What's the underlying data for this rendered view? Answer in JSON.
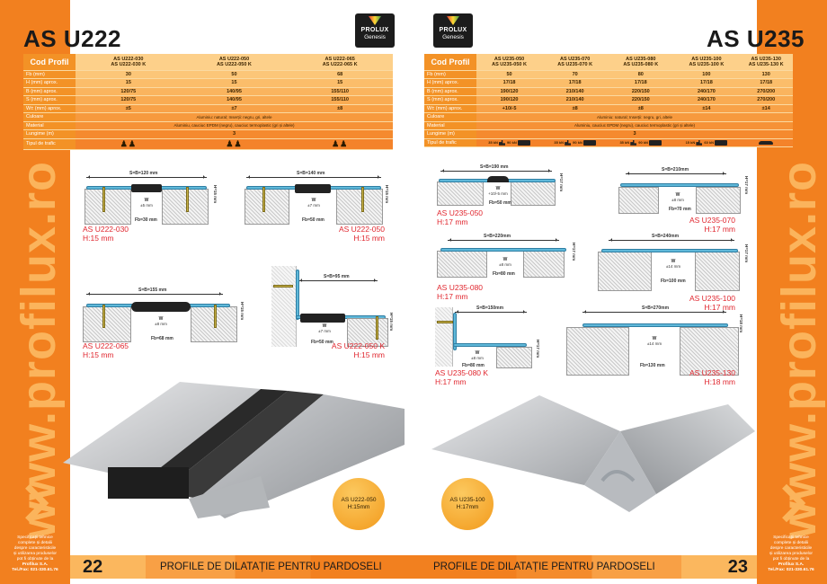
{
  "website": "www.profilux.ro",
  "footer_title": "PROFILE DE DILATAȚIE PENTRU PARDOSELI",
  "contact": {
    "lines": [
      "Specificații tehnice",
      "complete și detalii",
      "despre caracteristicile",
      "și utilizarea produselor",
      "pot fi obținute de la"
    ],
    "company": "Profilux S.A.",
    "phone": "Tel./Fax: 021-330.61.76"
  },
  "logo": {
    "brand": "PROLUX",
    "sub": "Genesis"
  },
  "left_page": {
    "title": "AS U222",
    "page_number": "22",
    "table": {
      "header_label": "Cod Profil",
      "columns": [
        {
          "code": "AS U222-030",
          "code_k": "AS U222-030 K"
        },
        {
          "code": "AS U222-050",
          "code_k": "AS U222-050 K"
        },
        {
          "code": "AS U222-065",
          "code_k": "AS U222-065 K"
        }
      ],
      "rows": [
        {
          "label": "Fb (mm)",
          "values": [
            "30",
            "50",
            "68"
          ]
        },
        {
          "label": "H (mm)   aprox.",
          "values": [
            "15",
            "15",
            "15"
          ]
        },
        {
          "label": "B (mm)   aprox.",
          "values": [
            "120/75",
            "140/95",
            "155/110"
          ]
        },
        {
          "label": "S (mm)   aprox.",
          "values": [
            "120/75",
            "140/95",
            "155/110"
          ]
        },
        {
          "label": "W± (mm) aprox.",
          "values": [
            "±5",
            "±7",
            "±8"
          ]
        }
      ],
      "culoare_label": "Culoare",
      "culoare_value": "Aluminiu: natural; Inserții: negru, gri, altele",
      "material_label": "Material",
      "material_value": "Aluminiu, cauciuc EPDM (negru), cauciuc termoplastic (gri și altele)",
      "lungime_label": "Lungime       (m)",
      "lungime_value": "3",
      "trafic_label": "Tipul de trafic",
      "trafic_values": [
        "pedestrian",
        "pedestrian",
        "pedestrian"
      ]
    },
    "diagrams": [
      {
        "id": "AS U222-030",
        "span": "S=B=120 mm",
        "fb": "Fb=30 mm",
        "w": "W",
        "w_tol": "±5 mm",
        "h": "H=15 mm",
        "caption_1": "AS U222-030",
        "caption_2": "H:15 mm"
      },
      {
        "id": "AS U222-050",
        "span": "S=B=140 mm",
        "fb": "Fb=50 mm",
        "w": "W",
        "w_tol": "±7 mm",
        "h": "H=15 mm",
        "caption_1": "AS U222-050",
        "caption_2": "H:15 mm"
      },
      {
        "id": "AS U222-065",
        "span": "S=B=155 mm",
        "fb": "Fb=68 mm",
        "w": "W",
        "w_tol": "±8 mm",
        "h": "H=15 mm",
        "caption_1": "AS U222-065",
        "caption_2": "H:15 mm"
      },
      {
        "id": "AS U222-050 K",
        "span": "S=B=95 mm",
        "fb": "Fb=50 mm",
        "w": "W",
        "w_tol": "±7 mm",
        "h": "H=15 mm",
        "caption_1": "AS U222-050 K",
        "caption_2": "H:15 mm"
      }
    ],
    "photo_badge": {
      "line1": "AS U222-050",
      "line2": "H:15mm"
    }
  },
  "right_page": {
    "title": "AS U235",
    "page_number": "23",
    "table": {
      "header_label": "Cod Profil",
      "columns": [
        {
          "code": "AS U235-050",
          "code_k": "AS U235-050 K"
        },
        {
          "code": "AS U235-070",
          "code_k": "AS U235-070 K"
        },
        {
          "code": "AS U235-080",
          "code_k": "AS U235-080 K"
        },
        {
          "code": "AS U235-100",
          "code_k": "AS U235-100 K"
        },
        {
          "code": "AS U235-130",
          "code_k": "AS U235-130 K"
        }
      ],
      "rows": [
        {
          "label": "Fb (mm)",
          "values": [
            "50",
            "70",
            "80",
            "100",
            "130"
          ]
        },
        {
          "label": "H (mm)   aprox.",
          "values": [
            "17/18",
            "17/18",
            "17/18",
            "17/18",
            "17/18"
          ]
        },
        {
          "label": "B (mm)   aprox.",
          "values": [
            "190/120",
            "210/140",
            "220/150",
            "240/170",
            "270/200"
          ]
        },
        {
          "label": "S (mm)   aprox.",
          "values": [
            "190/120",
            "210/140",
            "220/150",
            "240/170",
            "270/200"
          ]
        },
        {
          "label": "W± (mm) aprox.",
          "values": [
            "+10/-5",
            "±8",
            "±8",
            "±14",
            "±14"
          ]
        }
      ],
      "culoare_label": "Culoare",
      "culoare_value": "Aluminiu: natural; Inserții: negru, gri, altele",
      "material_label": "Material",
      "material_value": "Aluminiu, cauciuc EPDM (negru), cauciuc termoplastic (gri și altele)",
      "lungime_label": "Lungime       (m)",
      "lungime_value": "3",
      "trafic_label": "Tipul de trafic",
      "trafic_values": [
        {
          "forklift": "35 kN",
          "truck": "90 kN"
        },
        {
          "forklift": "35 kN",
          "truck": "90 kN"
        },
        {
          "forklift": "35 kN",
          "truck": "90 kN"
        },
        {
          "forklift": "15 kN",
          "truck": "60 kN"
        },
        {
          "car": "car"
        }
      ]
    },
    "diagrams": [
      {
        "id": "AS U235-050",
        "span": "S=B=190 mm",
        "fb": "Fb=50 mm",
        "w": "W",
        "w_tol": "+10/-5 mm",
        "h": "H=17 mm",
        "caption_1": "AS U235-050",
        "caption_2": "H:17 mm"
      },
      {
        "id": "AS U235-070",
        "span": "S=B=210mm",
        "fb": "Fb=70 mm",
        "w": "W",
        "w_tol": "±8 mm",
        "h": "H=17 mm",
        "caption_1": "AS U235-070",
        "caption_2": "H:17 mm"
      },
      {
        "id": "AS U235-080",
        "span": "S=B=220mm",
        "fb": "Fb=80 mm",
        "w": "W",
        "w_tol": "±8 mm",
        "h": "H=17 mm",
        "caption_1": "AS U235-080",
        "caption_2": "H:17 mm"
      },
      {
        "id": "AS U235-100",
        "span": "S=B=240mm",
        "fb": "Fb=100 mm",
        "w": "W",
        "w_tol": "±14 mm",
        "h": "H=17 mm",
        "caption_1": "AS U235-100",
        "caption_2": "H:17 mm"
      },
      {
        "id": "AS U235-080 K",
        "span": "S=B=150mm",
        "fb": "Fb=80 mm",
        "w": "W",
        "w_tol": "±8 mm",
        "h": "H=17 mm",
        "caption_1": "AS U235-080 K",
        "caption_2": "H:17 mm"
      },
      {
        "id": "AS U235-130",
        "span": "S=B=270mm",
        "fb": "Fb=130 mm",
        "w": "W",
        "w_tol": "±14 mm",
        "h": "H=18 mm",
        "caption_1": "AS U235-130",
        "caption_2": "H:18 mm"
      }
    ],
    "photo_badge": {
      "line1": "AS U235-100",
      "line2": "H:17mm"
    }
  },
  "colors": {
    "orange": "#f2801f",
    "light_orange": "#fbb45c",
    "caption_red": "#e0262e",
    "profile_blue": "#5fb8d9"
  }
}
